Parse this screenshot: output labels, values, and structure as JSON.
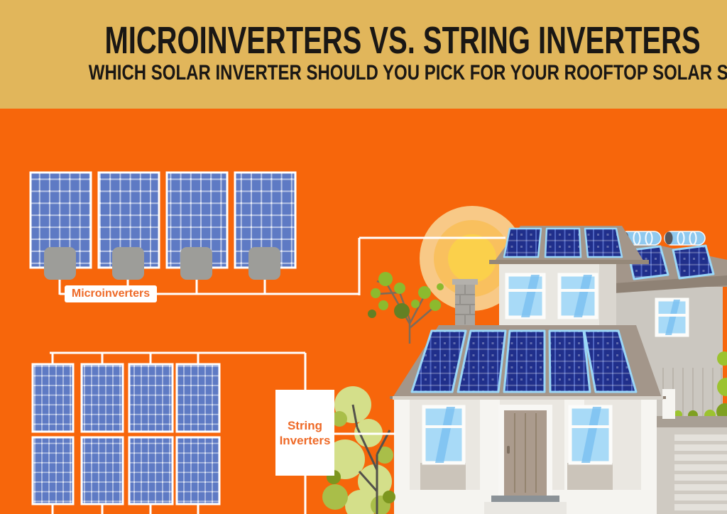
{
  "header": {
    "title": "MICROINVERTERS VS. STRING INVERTERS",
    "subtitle": "WHICH SOLAR INVERTER SHOULD YOU PICK FOR YOUR ROOFTOP SOLAR SYSTEM?",
    "background_color": "#E1B65B",
    "text_color": "#1A1714"
  },
  "scene": {
    "background_color": "#F7660B",
    "wire_color": "#FFFFFF",
    "labels": {
      "microinverters": "Microinverters",
      "string_inverters": "String Inverters",
      "label_text_color": "#EE6A28",
      "label_background": "#FFFFFF"
    },
    "microinverter_array": {
      "panel_count": 4,
      "microinverter_count": 4,
      "panel_color": "#5E7AC4",
      "microinverter_color": "#9D9D99"
    },
    "string_array": {
      "panel_rows": 2,
      "panel_columns": 4,
      "panel_count": 8,
      "panel_color": "#5E7AC4"
    },
    "house": {
      "main_roof_panel_count": 5,
      "dormer_roof_panel_count": 3,
      "solar_water_heater_count": 2,
      "roof_color": "#A3968A",
      "rooftop_panel_color": "#202F8B",
      "rooftop_panel_frame_color": "#9BD7F8",
      "wall_color": "#EAE7E1",
      "door_color": "#AB9B8D",
      "window_glass_color": "#A8DAF7"
    },
    "sun_colors": [
      "#F8C987",
      "#F9C05E",
      "#FBD04B"
    ],
    "tree_colors": [
      "#8CBA2E",
      "#D4DF8A",
      "#A9BE49"
    ]
  }
}
